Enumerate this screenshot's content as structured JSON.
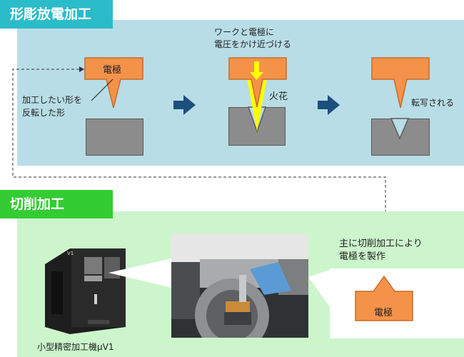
{
  "edm": {
    "title": "形彫放電加工",
    "callout_line1": "ワークと電極に",
    "callout_line2": "電圧をかけ近づける",
    "electrode_label": "電極",
    "inverted_shape_line1": "加工したい形を",
    "inverted_shape_line2": "反転した形",
    "spark_label": "火花",
    "transferred_label": "転写される"
  },
  "cutting": {
    "title": "切削加工",
    "note_line1": "主に切削加工により",
    "note_line2": "電極を製作",
    "electrode_label": "電極",
    "machine_caption": "小型精密加工機μV1",
    "machine_badge": "V1"
  },
  "colors": {
    "edm_header": "#2bbcc9",
    "edm_panel": "#b8dde6",
    "cutting_header": "#33cc33",
    "cutting_panel": "#ccf5cc",
    "electrode": "#f5924a",
    "workpiece": "#8c8c8c",
    "arrow": "#1d4f7c",
    "spark": "#ffff00"
  }
}
